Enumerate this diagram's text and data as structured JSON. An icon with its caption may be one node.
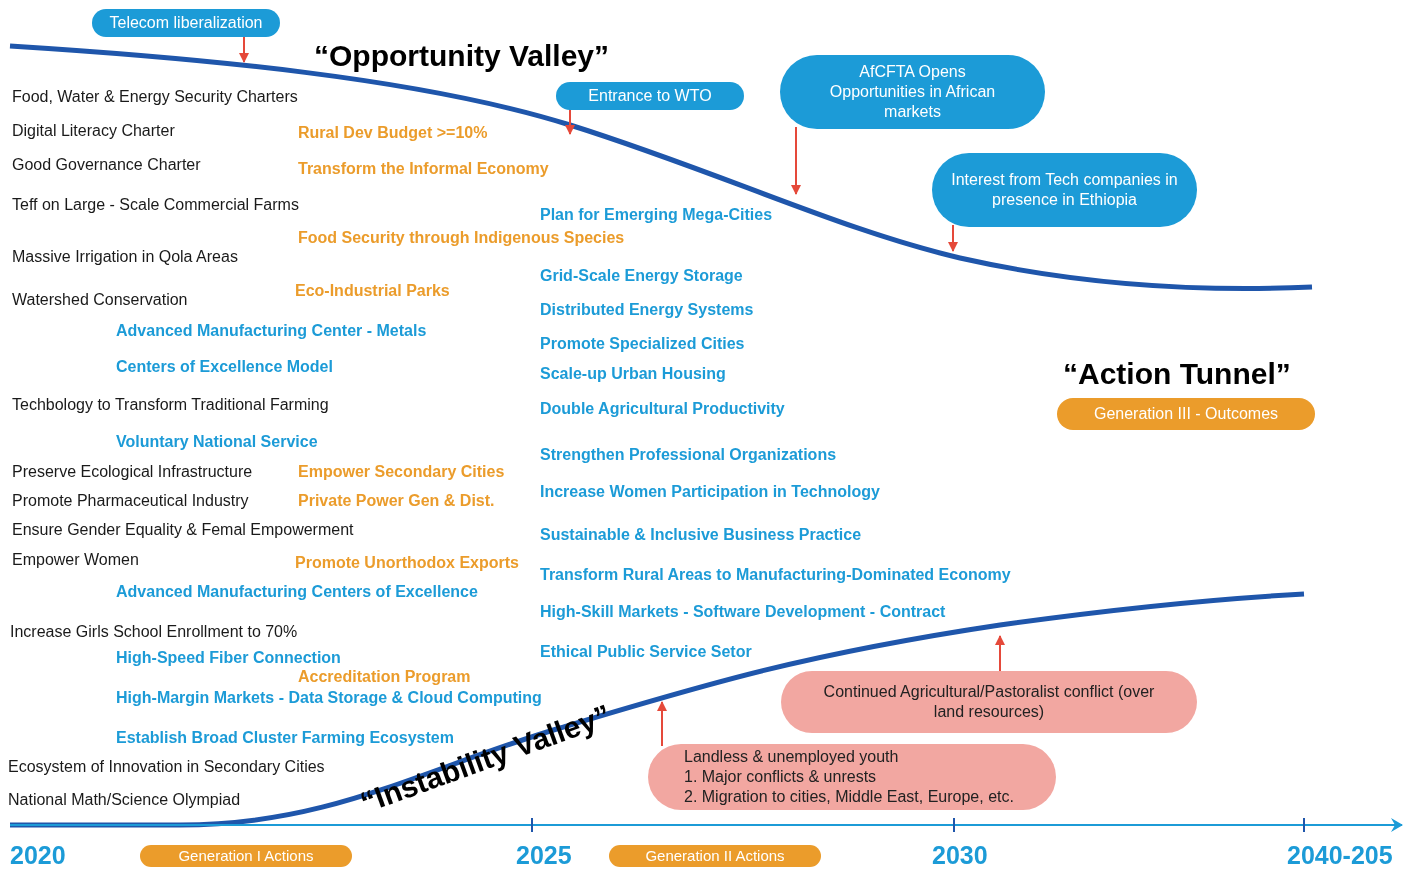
{
  "diagram": {
    "nodes": [
      {
        "text": [
          "Telecom liberalization"
        ]
      },
      {
        "text": [
          "Entrance to WTO"
        ]
      },
      {
        "text": [
          "AfCFTA Opens Opportunities in African markets"
        ]
      },
      {
        "text": [
          "Interest from Tech companies in presence in Ethiopia"
        ]
      },
      {
        "text": [
          "Generation III - Outcomes"
        ],
        "beside": [
          "“Action Tunnel”"
        ]
      },
      {
        "text": [
          "Continued Agricultural/Pastoralist conflict (over land resources)"
        ]
      },
      {
        "text": [
          "Landless & unemployed youth",
          "1. Major conflicts & unrests",
          "2. Migration to cities, Middle East, Europe, etc."
        ]
      },
      {
        "text": [
          "Generation I Actions"
        ]
      },
      {
        "text": [
          "Generation II Actions"
        ]
      }
    ],
    "edges": [
      {
        "from": 0,
        "to": null,
        "arrow": "to"
      },
      {
        "from": 1,
        "to": null,
        "arrow": "to"
      },
      {
        "from": 2,
        "to": null,
        "arrow": "to"
      },
      {
        "from": 3,
        "to": null,
        "arrow": "to"
      },
      {
        "from": 6,
        "to": null,
        "arrow": "to"
      },
      {
        "from": 5,
        "to": null,
        "arrow": "to"
      }
    ],
    "labels": [
      "“Opportunity Valley”",
      "Food, Water & Energy Security Charters",
      "Digital Literacy Charter",
      "Rural Dev Budget >=10%",
      "Good Governance Charter",
      "Transform the Informal Economy",
      "Teff on Large - Scale Commercial Farms",
      "Plan for Emerging Mega-Cities",
      "Food Security through Indigenous Species",
      "Massive Irrigation in Qola Areas",
      "Grid-Scale Energy Storage",
      "Eco-Industrial Parks",
      "Watershed Conservation",
      "Distributed Energy Systems",
      "Advanced Manufacturing Center - Metals",
      "Promote Specialized Cities",
      "Centers of Excellence Model",
      "Scale-up Urban Housing",
      "Techbology to Transform Traditional Farming",
      "Double Agricultural Productivity",
      "Voluntary National Service",
      "Strengthen Professional Organizations",
      "Preserve Ecological Infrastructure",
      "Empower Secondary Cities",
      "Increase Women Participation in Technology",
      "Promote Pharmaceutical Industry",
      "Private Power Gen & Dist.",
      "Ensure Gender Equality & Femal Empowerment",
      "Sustainable & Inclusive Business Practice",
      "Empower Women",
      "Promote Unorthodox Exports",
      "Transform Rural Areas to Manufacturing-Dominated Economy",
      "Advanced Manufacturing Centers of Excellence",
      "High-Skill Markets - Software Development - Contract",
      "Increase Girls School Enrollment to 70%",
      "Ethical Public Service Setor",
      "High-Speed Fiber Connection",
      "Accreditation Program",
      "High-Margin Markets - Data Storage & Cloud Computing",
      "Establish Broad Cluster Farming Ecosystem",
      "Ecosystem of Innovation in Secondary Cities",
      "“Instability Valley”",
      "National Math/Science Olympiad",
      "2020",
      "2025",
      "2030",
      "2040-205"
    ]
  }
}
